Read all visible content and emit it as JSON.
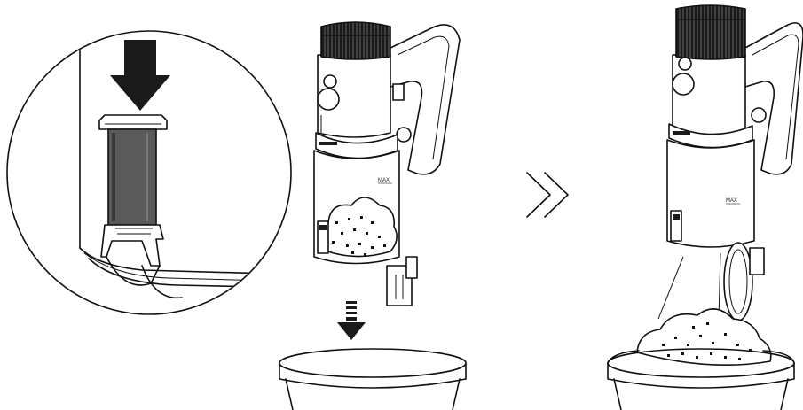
{
  "panels": [
    {
      "id": "closeup",
      "description_icon": "latch-press-icon"
    },
    {
      "id": "before",
      "max_label": "MAX"
    },
    {
      "id": "after",
      "max_label": "MAX"
    }
  ],
  "colors": {
    "ink": "#111111",
    "shade": "#5a5a5a",
    "light": "#e6e6e6",
    "background": "#ffffff"
  }
}
